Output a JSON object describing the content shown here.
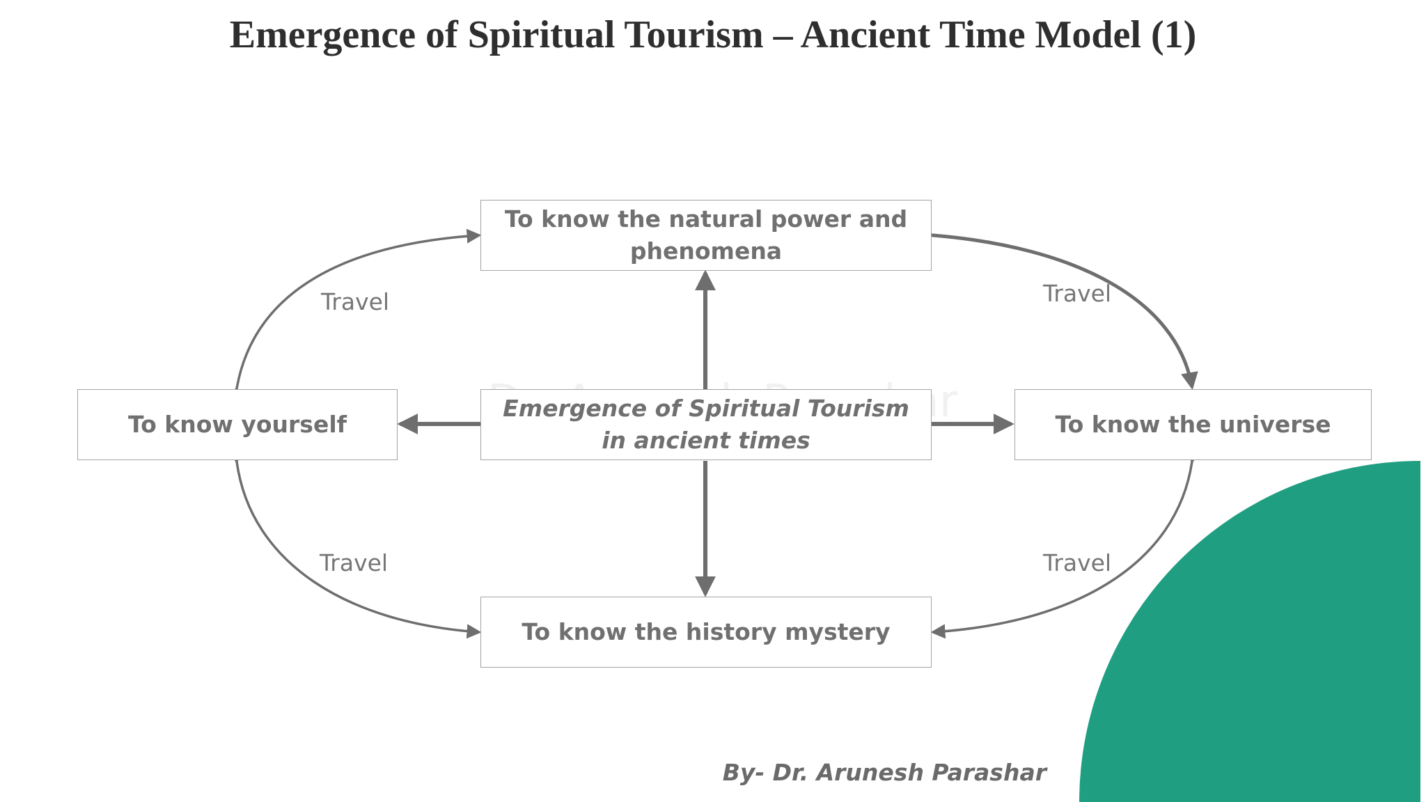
{
  "title": "Emergence of Spiritual Tourism – Ancient Time Model (1)",
  "diagram": {
    "center": "Emergence of Spiritual Tourism in ancient times",
    "top": "To know the natural power and phenomena",
    "left": "To know yourself",
    "right": "To know the universe",
    "bottom": "To know the history mystery",
    "travel_labels": [
      "Travel",
      "Travel",
      "Travel",
      "Travel"
    ]
  },
  "author": "By- Dr. Arunesh Parashar",
  "watermark": "Dr. Arunesh Parashar",
  "colors": {
    "accent": "#1f9e82",
    "arrow": "#6e6e6e",
    "box_border": "#a3a3a3",
    "text": "#707070"
  }
}
